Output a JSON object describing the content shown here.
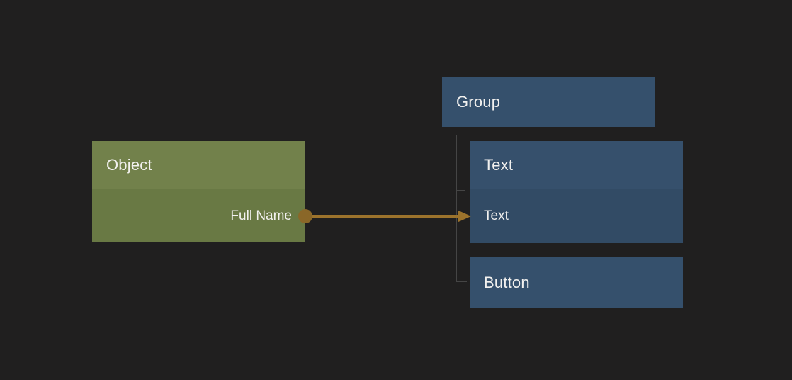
{
  "colors": {
    "canvas_bg": "#201f1f",
    "object_header": "#72814b",
    "object_body": "#697944",
    "group_fill": "#35506c",
    "text_header_fill": "#36506c",
    "text_body_fill": "#324b65",
    "button_fill": "#35506c",
    "tree_line": "#454545",
    "arrow": "#9c732c",
    "port": "#8a6728",
    "label_color": "#f2f1ef"
  },
  "object_node": {
    "title": "Object",
    "fields": [
      {
        "label": "Full Name"
      }
    ]
  },
  "group_node": {
    "title": "Group",
    "children": [
      {
        "type": "text",
        "title": "Text",
        "rows": [
          {
            "label": "Text"
          }
        ]
      },
      {
        "type": "button",
        "title": "Button"
      }
    ]
  },
  "connection": {
    "from_label": "Full Name",
    "to_label": "Text"
  }
}
